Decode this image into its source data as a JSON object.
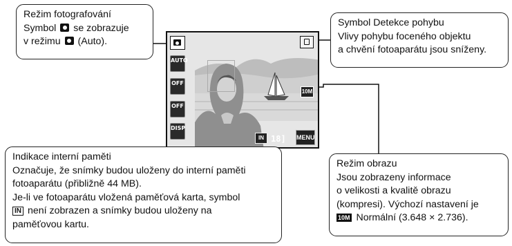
{
  "callouts": {
    "shooting_mode": {
      "title": "Režim fotografování",
      "line2_a": "Symbol",
      "line2_b": "se zobrazuje",
      "line3_a": "v režimu",
      "line3_b": "(Auto)."
    },
    "motion_detection": {
      "title": "Symbol Detekce pohybu",
      "line2": "Vlivy pohybu foceného objektu",
      "line3": "a chvění fotoaparátu jsou sníženy."
    },
    "internal_memory": {
      "title": "Indikace interní paměti",
      "line2": "Označuje, že snímky budou uloženy do interní paměti",
      "line3": "fotoaparátu (přibližně 44 MB).",
      "line4": "Je-li ve fotoaparátu vložená paměťová karta, symbol",
      "line5_glyph": "IN",
      "line5": "není zobrazen a snímky budou uloženy na",
      "line6": "paměťovou kartu."
    },
    "image_mode": {
      "title": "Režim obrazu",
      "line2": "Jsou zobrazeny informace",
      "line3": "o velikosti a kvalitě obrazu",
      "line4": "(kompresi). Výchozí nastavení je",
      "line5_glyph": "10M",
      "line5": "Normální (3.648 × 2.736)."
    }
  },
  "screen": {
    "side_icons": [
      "AUTO",
      "OFF",
      "OFF",
      "DISP"
    ],
    "memory_indicator": "IN",
    "shots_remaining": "18]",
    "menu_label": "MENU",
    "image_mode_label": "10M"
  }
}
